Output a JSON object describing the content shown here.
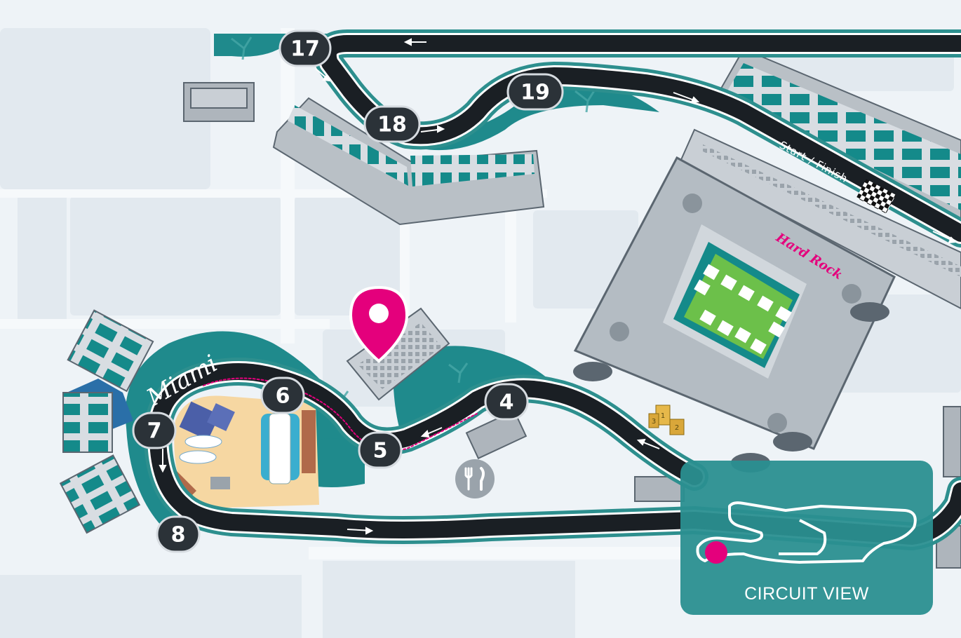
{
  "turns": [
    {
      "id": "4",
      "label": "4"
    },
    {
      "id": "5",
      "label": "5"
    },
    {
      "id": "6",
      "label": "6"
    },
    {
      "id": "7",
      "label": "7"
    },
    {
      "id": "8",
      "label": "8"
    },
    {
      "id": "17",
      "label": "17"
    },
    {
      "id": "18",
      "label": "18"
    },
    {
      "id": "19",
      "label": "19"
    }
  ],
  "start_finish_label": "Start / Finish",
  "stadium_logo_text": "Hard Rock",
  "marina_script_text": "Miami",
  "podium_places": [
    "1",
    "2",
    "3"
  ],
  "circuit_view_button": {
    "label": "CIRCUIT VIEW"
  },
  "icons": {
    "location_pin": "map-pin-icon",
    "food": "fork-knife-icon",
    "podium": "podium-icon",
    "checkered_flag": "checkered-flag-icon"
  },
  "colors": {
    "background": "#eef3f7",
    "track": "#1a1f24",
    "track_edge": "#2d8f8e",
    "teal_area": "#1f8a8c",
    "accent_pin": "#e4007c",
    "button_bg": "#2a8f90"
  }
}
